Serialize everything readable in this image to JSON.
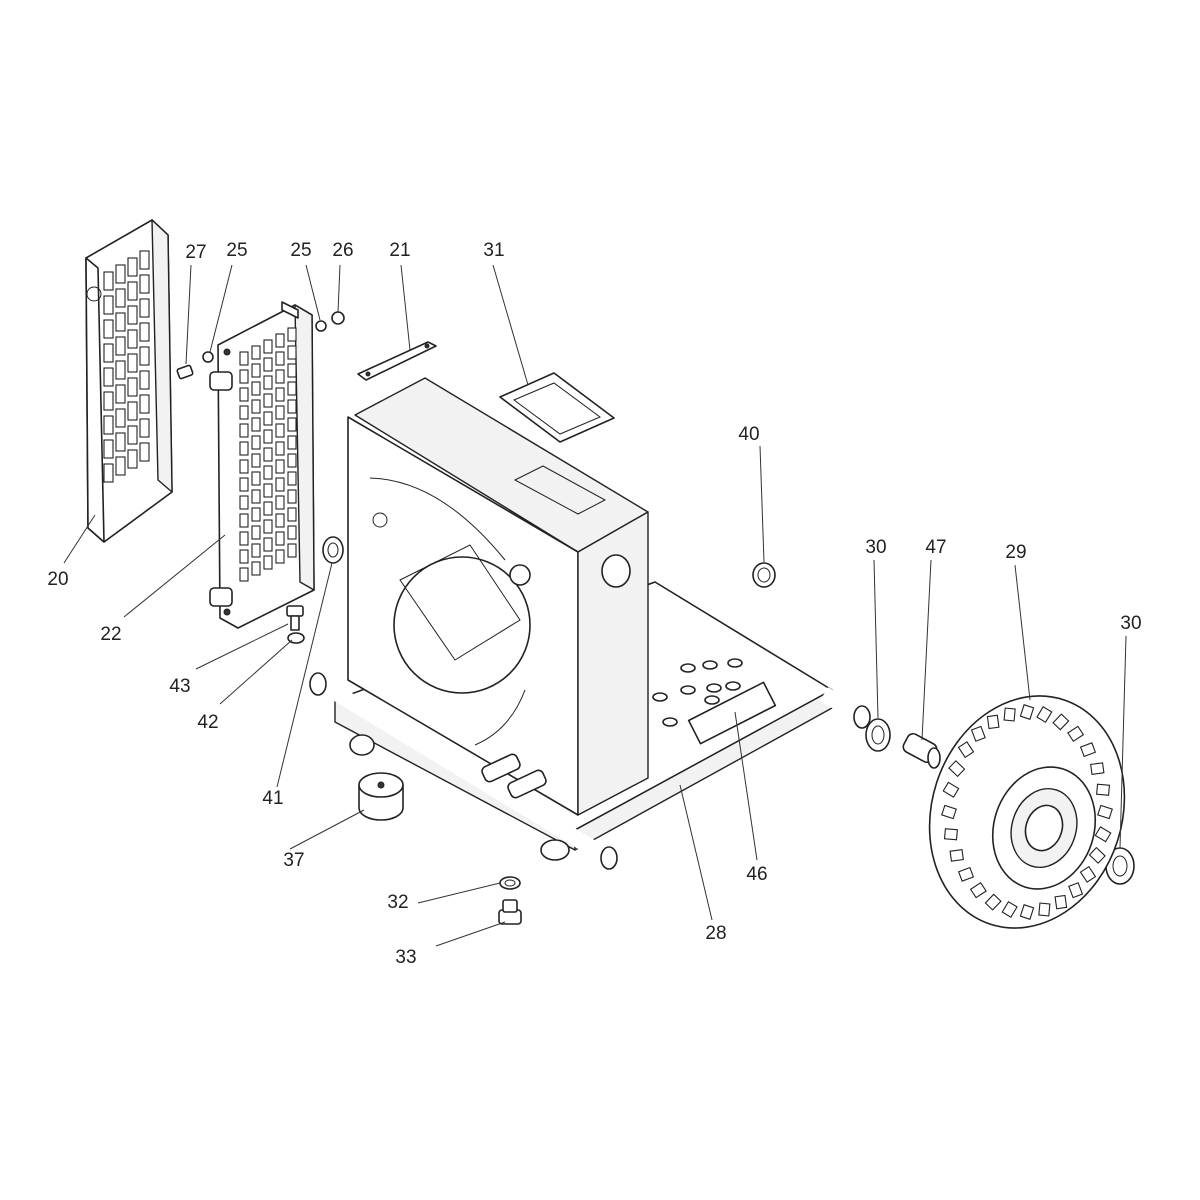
{
  "callouts": {
    "c20": "20",
    "c21": "21",
    "c22": "22",
    "c25a": "25",
    "c25b": "25",
    "c26": "26",
    "c27": "27",
    "c28": "28",
    "c29": "29",
    "c30a": "30",
    "c30b": "30",
    "c31": "31",
    "c32": "32",
    "c33": "33",
    "c37": "37",
    "c40": "40",
    "c41": "41",
    "c42": "42",
    "c43": "43",
    "c46": "46",
    "c47": "47"
  }
}
